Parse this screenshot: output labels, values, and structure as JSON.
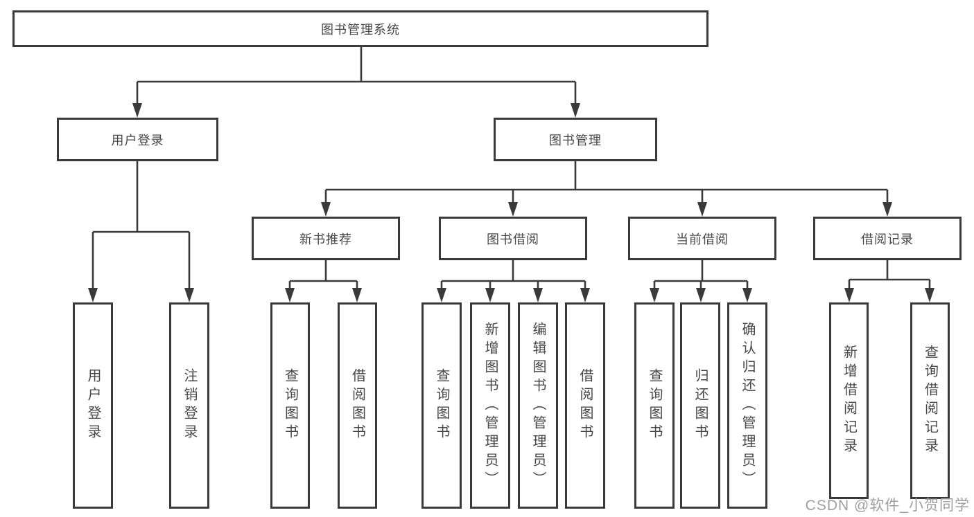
{
  "root": {
    "label": "图书管理系统"
  },
  "login_branch": {
    "label": "用户登录",
    "children": [
      {
        "label": "用户登录"
      },
      {
        "label": "注销登录"
      }
    ]
  },
  "mgmt_branch": {
    "label": "图书管理",
    "groups": [
      {
        "label": "新书推荐",
        "children": [
          {
            "label": "查询图书"
          },
          {
            "label": "借阅图书"
          }
        ]
      },
      {
        "label": "图书借阅",
        "children": [
          {
            "label": "查询图书"
          },
          {
            "label": "新增图书（管理员）"
          },
          {
            "label": "编辑图书（管理员）"
          },
          {
            "label": "借阅图书"
          }
        ]
      },
      {
        "label": "当前借阅",
        "children": [
          {
            "label": "查询图书"
          },
          {
            "label": "归还图书"
          },
          {
            "label": "确认归还（管理员）"
          }
        ]
      },
      {
        "label": "借阅记录",
        "children": [
          {
            "label": "新增借阅记录"
          },
          {
            "label": "查询借阅记录"
          }
        ]
      }
    ]
  },
  "watermark": {
    "text": "CSDN @软件_小贺同学"
  },
  "colors": {
    "line": "#3a3a3a",
    "text": "#474747",
    "watermark": "#9e9e9e",
    "background": "#ffffff"
  }
}
